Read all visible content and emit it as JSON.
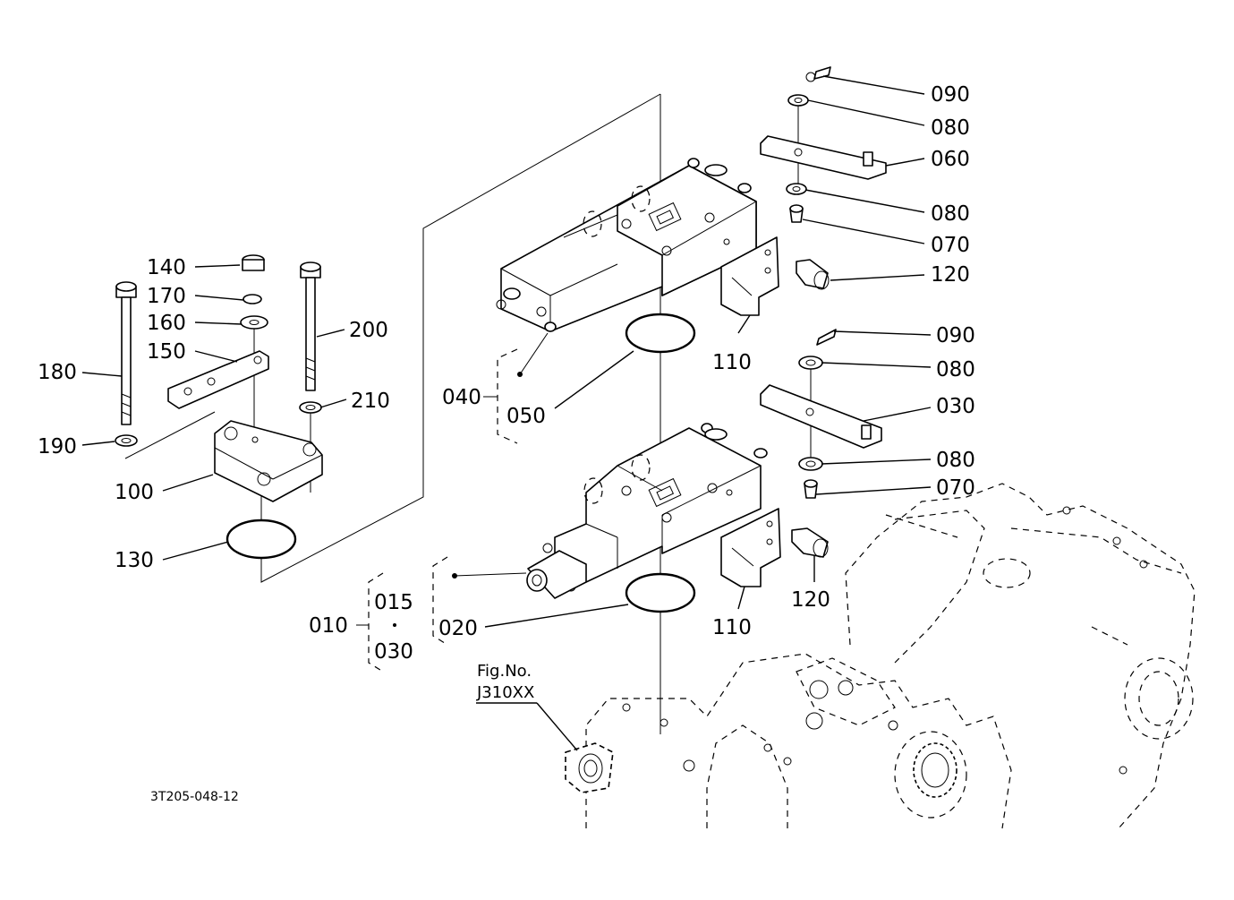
{
  "diagram": {
    "callouts": {
      "c090a": "090",
      "c080a": "080",
      "c060": "060",
      "c080b": "080",
      "c070a": "070",
      "c120a": "120",
      "c110a": "110",
      "c090b": "090",
      "c080c": "080",
      "c030r": "030",
      "c080d": "080",
      "c070b": "070",
      "c120b": "120",
      "c110b": "110",
      "c040": "040",
      "c050": "050",
      "c010": "010",
      "c015": "015",
      "c030": "030",
      "c020": "020",
      "c140": "140",
      "c170": "170",
      "c160": "160",
      "c150": "150",
      "c180": "180",
      "c200": "200",
      "c210": "210",
      "c190": "190",
      "c100": "100",
      "c130": "130"
    },
    "fig_ref": {
      "line1": "Fig.No.",
      "line2": "J310XX"
    },
    "code": "3T205-048-12"
  }
}
